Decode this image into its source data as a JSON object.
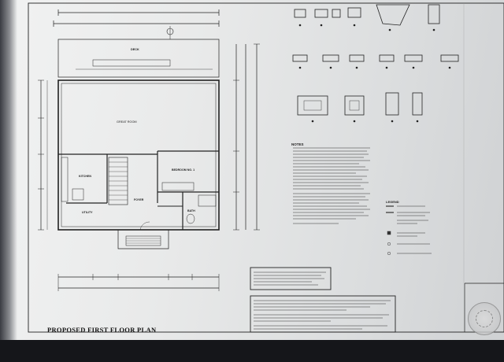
{
  "drawing": {
    "title": "PROPOSED FIRST FLOOR PLAN",
    "top_label": "DECK",
    "main_room": "GREAT ROOM",
    "rooms": [
      "KITCHEN",
      "BEDROOM NO. 1",
      "FOYER",
      "UTILITY",
      "BATH"
    ],
    "notes_heading": "NOTES",
    "legend_heading": "LEGEND"
  }
}
